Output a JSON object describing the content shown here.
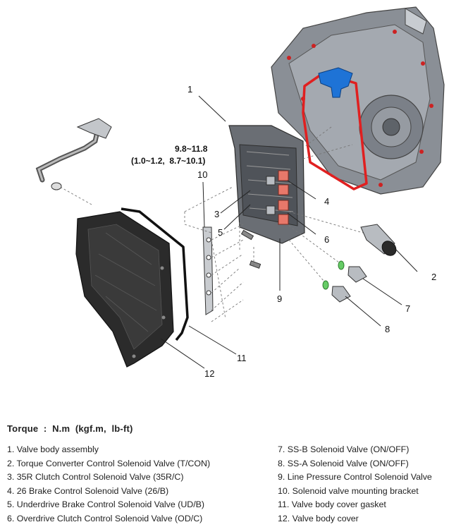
{
  "diagram": {
    "callouts": [
      "1",
      "2",
      "3",
      "4",
      "5",
      "6",
      "7",
      "8",
      "9",
      "10",
      "11",
      "12"
    ],
    "torque_spec": {
      "line1": "9.8~11.8",
      "line2": "(1.0~1.2,  8.7~10.1)"
    },
    "colors": {
      "gasket_highlight": "#e02020",
      "bracket_highlight": "#1e73d6",
      "solenoid_highlight": "#e8786a",
      "spring_highlight": "#66cc66",
      "housing_gray": "#7a7f86",
      "cover_black": "#2b2b2b"
    }
  },
  "legend": {
    "title": "Torque  :  N.m  (kgf.m,  lb-ft)",
    "left": [
      "1. Valve body assembly",
      "2. Torque Converter Control Solenoid Valve (T/CON)",
      "3. 35R Clutch Control Solenoid Valve (35R/C)",
      "4. 26 Brake Control Solenoid Valve (26/B)",
      "5. Underdrive Brake Control Solenoid Valve (UD/B)",
      "6. Overdrive Clutch Control Solenoid Valve (OD/C)"
    ],
    "right": [
      "7. SS-B Solenoid Valve (ON/OFF)",
      "8. SS-A Solenoid Valve (ON/OFF)",
      "9. Line Pressure Control Solenoid Valve",
      "10. Solenoid valve mounting bracket",
      "11. Valve body cover gasket",
      "12. Valve body cover"
    ]
  }
}
